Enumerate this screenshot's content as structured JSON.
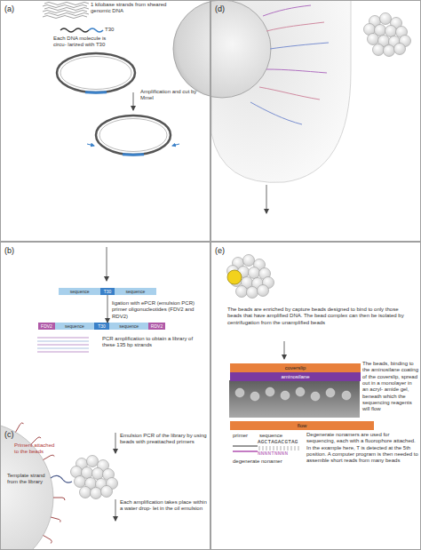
{
  "diagram": {
    "nodes": [
      {
        "text": [
          "(a)"
        ]
      },
      {
        "text": [
          "(b)"
        ]
      },
      {
        "text": [
          "sequence",
          "T30",
          "sequence"
        ],
        "in": 1
      },
      {
        "text": [
          "FDV2",
          "sequence",
          "T30",
          "sequence",
          "RDV2"
        ],
        "in": 1
      },
      {
        "text": [
          "(c)"
        ]
      },
      {
        "text": [
          "(d)"
        ]
      },
      {
        "text": [
          "(e)"
        ]
      },
      {
        "text": [
          "coverslip"
        ],
        "in": 6
      },
      {
        "text": [
          "aminosilane"
        ],
        "in": 6
      },
      {
        "text": [
          "flow"
        ],
        "in": 6
      }
    ],
    "edges": [
      {
        "from": 2,
        "to": 3,
        "arrow": "to"
      }
    ],
    "labels": [
      "1 kilobase strands from sheared genomic DNA",
      "T30",
      "Each DNA molecule is circu- larized with T30",
      "Amplification and cut by MmeI",
      "ligation with ePCR (emulsion PCR) primer oligonucleotides (FDV2 and RDV2)",
      "PCR amplification to obtain a library of these 135 bp strands",
      "Primers attached to the beads",
      "Template strand from the library",
      "Emulsion PCR of the library by using beads with preattached primers",
      "Each amplification takes place within a water drop- let in the oil emulsion",
      "The beads are enriched by capture beads designed to bind to only those beads that have amplified DNA. The bead complex can then be isolated by centrifugation from the unamplified beads",
      "The beads, binding to the aminosilane coating of the coverslip, spread out in a monolayer in an acryl- amide gel, beneath which the sequencing reagents will flow",
      "primer",
      "sequence",
      "AGCTAGACGTAG",
      "NNNNTNNNN",
      "degenerate nonamer",
      "Degenerate nonamers are used for sequencing, each with a fluorophore attached. In the example here, T is detected at the 5th position. A computer program is then needed to assemble short reads from many beads"
    ]
  }
}
